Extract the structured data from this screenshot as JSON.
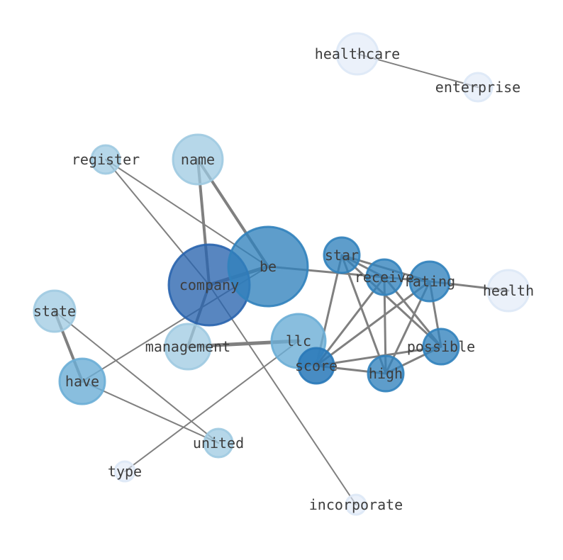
{
  "graph": {
    "nodes": [
      {
        "id": "healthcare",
        "label": "healthcare",
        "size": 0.25,
        "shade": "pale"
      },
      {
        "id": "enterprise",
        "label": "enterprise",
        "size": 0.1,
        "shade": "pale"
      },
      {
        "id": "register",
        "label": "register",
        "size": 0.1,
        "shade": "light"
      },
      {
        "id": "name",
        "label": "name",
        "size": 0.35,
        "shade": "light"
      },
      {
        "id": "be",
        "label": "be",
        "size": 0.85,
        "shade": "strong"
      },
      {
        "id": "company",
        "label": "company",
        "size": 1.0,
        "shade": "dark"
      },
      {
        "id": "star",
        "label": "star",
        "size": 0.15,
        "shade": "strong"
      },
      {
        "id": "receive",
        "label": "receive",
        "size": 0.15,
        "shade": "strong"
      },
      {
        "id": "rating",
        "label": "rating",
        "size": 0.2,
        "shade": "strong"
      },
      {
        "id": "health",
        "label": "health",
        "size": 0.25,
        "shade": "pale"
      },
      {
        "id": "state",
        "label": "state",
        "size": 0.22,
        "shade": "light"
      },
      {
        "id": "llc",
        "label": "llc",
        "size": 0.4,
        "shade": "medium"
      },
      {
        "id": "management",
        "label": "management",
        "size": 0.28,
        "shade": "light"
      },
      {
        "id": "possible",
        "label": "possible",
        "size": 0.14,
        "shade": "strong"
      },
      {
        "id": "score",
        "label": "score",
        "size": 0.14,
        "shade": "strong2"
      },
      {
        "id": "high",
        "label": "high",
        "size": 0.14,
        "shade": "strong"
      },
      {
        "id": "have",
        "label": "have",
        "size": 0.28,
        "shade": "medium"
      },
      {
        "id": "united",
        "label": "united",
        "size": 0.1,
        "shade": "light"
      },
      {
        "id": "type",
        "label": "type",
        "size": 0.05,
        "shade": "pale"
      },
      {
        "id": "incorporate",
        "label": "incorporate",
        "size": 0.05,
        "shade": "pale"
      }
    ],
    "edges": [
      {
        "source": "healthcare",
        "target": "enterprise",
        "weight": 2
      },
      {
        "source": "register",
        "target": "be",
        "weight": 2
      },
      {
        "source": "register",
        "target": "company",
        "weight": 2
      },
      {
        "source": "name",
        "target": "be",
        "weight": 4
      },
      {
        "source": "name",
        "target": "company",
        "weight": 4
      },
      {
        "source": "company",
        "target": "be",
        "weight": 5
      },
      {
        "source": "company",
        "target": "management",
        "weight": 4
      },
      {
        "source": "company",
        "target": "incorporate",
        "weight": 2
      },
      {
        "source": "management",
        "target": "llc",
        "weight": 5
      },
      {
        "source": "be",
        "target": "have",
        "weight": 2
      },
      {
        "source": "be",
        "target": "receive",
        "weight": 3
      },
      {
        "source": "state",
        "target": "have",
        "weight": 4
      },
      {
        "source": "state",
        "target": "united",
        "weight": 2
      },
      {
        "source": "have",
        "target": "united",
        "weight": 2
      },
      {
        "source": "llc",
        "target": "type",
        "weight": 2
      },
      {
        "source": "star",
        "target": "receive",
        "weight": 3
      },
      {
        "source": "star",
        "target": "rating",
        "weight": 3
      },
      {
        "source": "star",
        "target": "score",
        "weight": 3
      },
      {
        "source": "star",
        "target": "high",
        "weight": 3
      },
      {
        "source": "star",
        "target": "possible",
        "weight": 3
      },
      {
        "source": "receive",
        "target": "rating",
        "weight": 3
      },
      {
        "source": "receive",
        "target": "score",
        "weight": 3
      },
      {
        "source": "receive",
        "target": "high",
        "weight": 3
      },
      {
        "source": "receive",
        "target": "possible",
        "weight": 3
      },
      {
        "source": "rating",
        "target": "health",
        "weight": 3
      },
      {
        "source": "rating",
        "target": "score",
        "weight": 3
      },
      {
        "source": "rating",
        "target": "high",
        "weight": 3
      },
      {
        "source": "rating",
        "target": "possible",
        "weight": 3
      },
      {
        "source": "score",
        "target": "high",
        "weight": 3
      },
      {
        "source": "score",
        "target": "possible",
        "weight": 3
      },
      {
        "source": "high",
        "target": "possible",
        "weight": 3
      }
    ],
    "colors": {
      "pale": "#dde8f6",
      "light": "#9ecae1",
      "medium": "#6baed6",
      "strong": "#3182bd",
      "strong2": "#2878b8",
      "dark": "#2964ae",
      "edge": "#808080",
      "label": "#3d3d3d"
    }
  }
}
